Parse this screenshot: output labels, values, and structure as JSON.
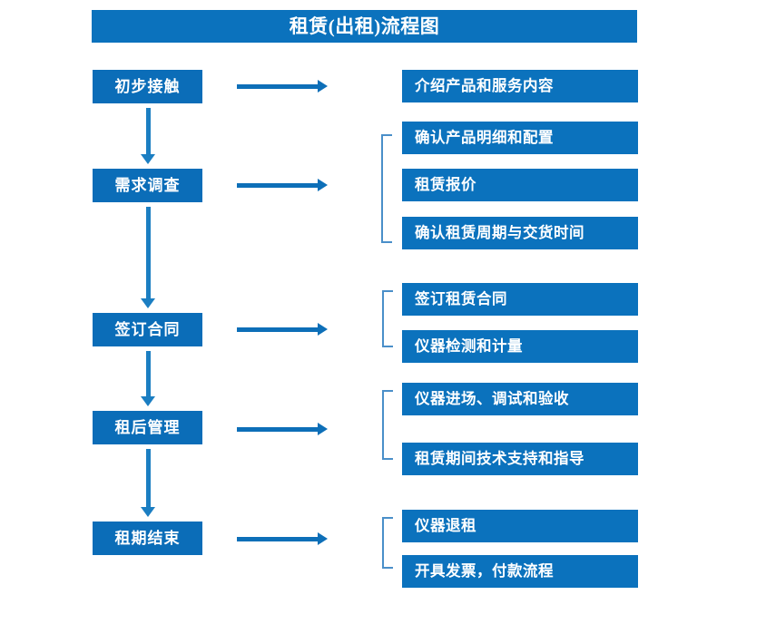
{
  "title": "租赁(出租)流程图",
  "colors": {
    "banner": "#0b72bd",
    "stage_box": "#0b6db8",
    "detail_box": "#0b72bd",
    "arrow": "#0d6fb8",
    "bracket": "#4a8fc9",
    "text": "#ffffff",
    "background": "#ffffff"
  },
  "stages": [
    {
      "id": "initial-contact",
      "label": "初步接触"
    },
    {
      "id": "needs-survey",
      "label": "需求调查"
    },
    {
      "id": "sign-contract",
      "label": "签订合同"
    },
    {
      "id": "post-rent-manage",
      "label": "租后管理"
    },
    {
      "id": "lease-end",
      "label": "租期结束"
    }
  ],
  "details": [
    {
      "id": "introduce-products",
      "label": "介绍产品和服务内容"
    },
    {
      "id": "confirm-spec-config",
      "label": "确认产品明细和配置"
    },
    {
      "id": "rental-quote",
      "label": "租赁报价"
    },
    {
      "id": "confirm-period-delivery",
      "label": "确认租赁周期与交货时间"
    },
    {
      "id": "sign-rental-contract",
      "label": "签订租赁合同"
    },
    {
      "id": "instrument-test",
      "label": "仪器检测和计量"
    },
    {
      "id": "instrument-onsite",
      "label": "仪器进场、调试和验收"
    },
    {
      "id": "tech-support",
      "label": "租赁期间技术支持和指导"
    },
    {
      "id": "instrument-return",
      "label": "仪器退租"
    },
    {
      "id": "invoice-payment",
      "label": "开具发票，付款流程"
    }
  ],
  "chart_data": {
    "type": "diagram",
    "title": "租赁(出租)流程图",
    "orientation": "vertical-with-branches",
    "nodes": [
      {
        "stage": "初步接触",
        "details": [
          "介绍产品和服务内容"
        ]
      },
      {
        "stage": "需求调查",
        "details": [
          "确认产品明细和配置",
          "租赁报价",
          "确认租赁周期与交货时间"
        ]
      },
      {
        "stage": "签订合同",
        "details": [
          "签订租赁合同",
          "仪器检测和计量"
        ]
      },
      {
        "stage": "租后管理",
        "details": [
          "仪器进场、调试和验收",
          "租赁期间技术支持和指导"
        ]
      },
      {
        "stage": "租期结束",
        "details": [
          "仪器退租",
          "开具发票，付款流程"
        ]
      }
    ],
    "flow_sequence": [
      "初步接触",
      "需求调查",
      "签订合同",
      "租后管理",
      "租期结束"
    ]
  }
}
